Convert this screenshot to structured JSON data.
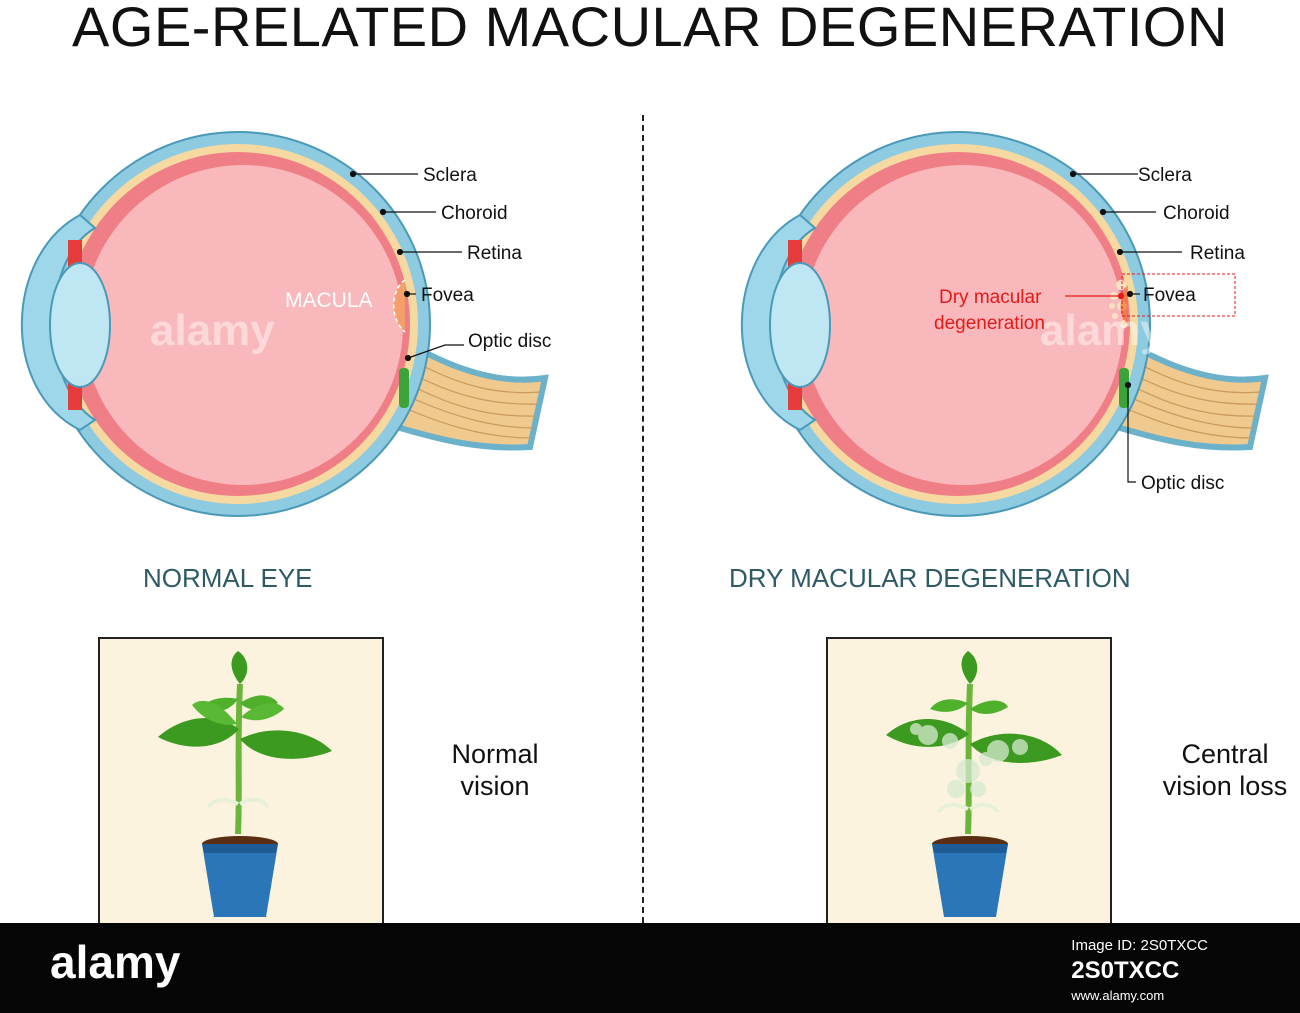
{
  "title": "AGE-RELATED MACULAR DEGENERATION",
  "left_panel": {
    "heading": "NORMAL EYE",
    "labels": {
      "sclera": "Sclera",
      "choroid": "Choroid",
      "retina": "Retina",
      "fovea": "Fovea",
      "optic_disc": "Optic disc",
      "macula": "MACULA"
    },
    "vision_caption_line1": "Normal",
    "vision_caption_line2": "vision"
  },
  "right_panel": {
    "heading": "DRY MACULAR DEGENERATION",
    "labels": {
      "sclera": "Sclera",
      "choroid": "Choroid",
      "retina": "Retina",
      "fovea": "Fovea",
      "optic_disc": "Optic disc",
      "dry_line1": "Dry macular",
      "dry_line2": "degeneration"
    },
    "vision_caption_line1": "Central",
    "vision_caption_line2": "vision loss"
  },
  "watermark": "alamy",
  "footer": {
    "logo": "alamy",
    "line1": "Image ID: 2S0TXCC",
    "line2": "www.alamy.com",
    "image_id": "2S0TXCC"
  },
  "colors": {
    "sclera": "#8fcbe0",
    "choroid": "#f6d9a0",
    "retina": "#ef7e86",
    "vitreous": "#f9b8bb",
    "optic_nerve": "#efc98d",
    "optic_disc": "#3aa43a",
    "pot": "#2a76b8",
    "leaf": "#3b9a1f",
    "heading": "#2e5a66",
    "red_label": "#e31b1b"
  }
}
